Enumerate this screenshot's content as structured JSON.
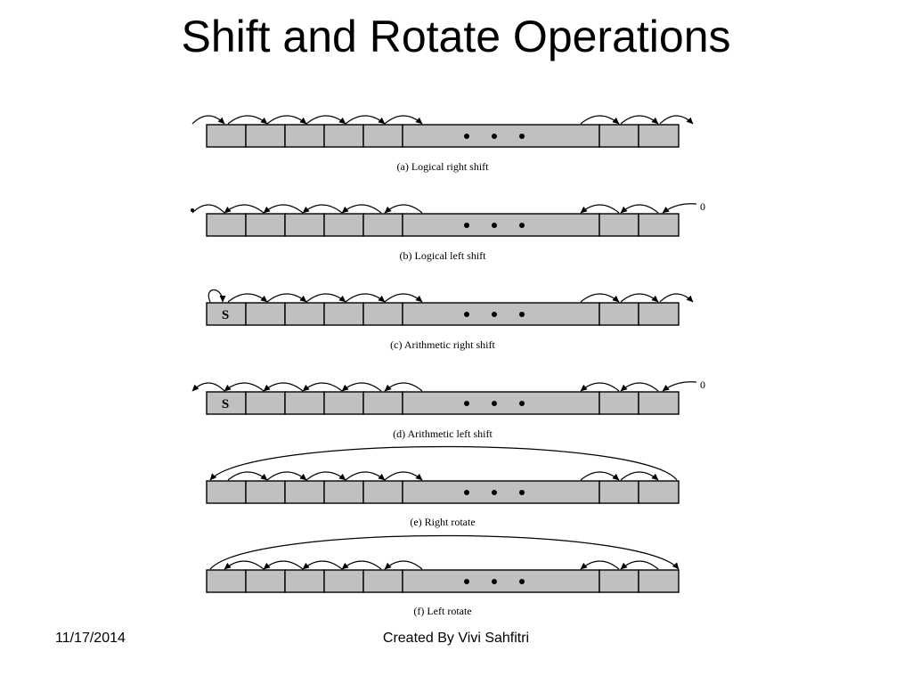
{
  "title": "Shift and Rotate Operations",
  "diagram": {
    "panels": [
      {
        "id": "a",
        "caption": "(a) Logical right shift",
        "op": "logical-right-shift",
        "sign_label": "",
        "input_label": ""
      },
      {
        "id": "b",
        "caption": "(b) Logical left shift",
        "op": "logical-left-shift",
        "sign_label": "",
        "input_label": "0"
      },
      {
        "id": "c",
        "caption": "(c) Arithmetic right shift",
        "op": "arithmetic-right-shift",
        "sign_label": "S",
        "input_label": ""
      },
      {
        "id": "d",
        "caption": "(d) Arithmetic left shift",
        "op": "arithmetic-left-shift",
        "sign_label": "S",
        "input_label": "0"
      },
      {
        "id": "e",
        "caption": "(e) Right rotate",
        "op": "right-rotate",
        "sign_label": "",
        "input_label": ""
      },
      {
        "id": "f",
        "caption": "(f) Left rotate",
        "op": "left-rotate",
        "sign_label": "",
        "input_label": ""
      }
    ],
    "cell_fill": "#c0c0c0",
    "stroke_color": "#000000"
  },
  "footer": {
    "date": "11/17/2014",
    "author": "Created By Vivi Sahfitri"
  }
}
